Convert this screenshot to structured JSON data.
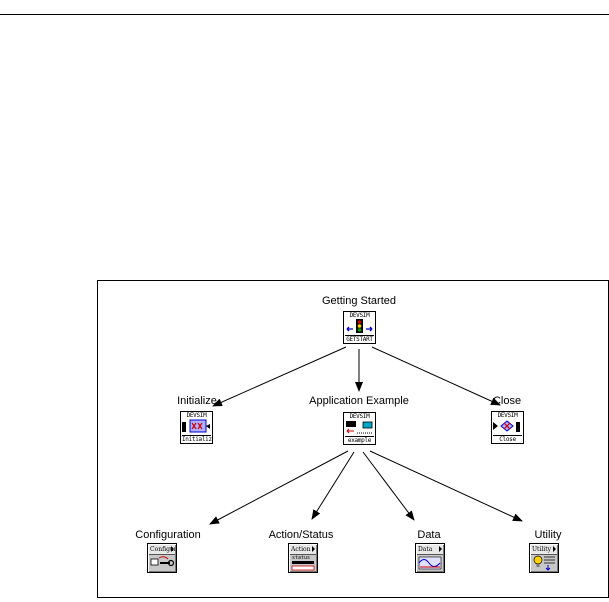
{
  "nodes": {
    "getting_started": {
      "label": "Getting Started",
      "tag_top": "DEVSIM",
      "tag_bottom": "GETSTART"
    },
    "initialize": {
      "label": "Initialize",
      "tag_top": "DEVSIM",
      "tag_bottom": "Initialize"
    },
    "application_example": {
      "label": "Application Example",
      "tag_top": "DEVSIM",
      "tag_bottom": "example"
    },
    "close": {
      "label": "Close",
      "tag_top": "DEVSIM",
      "tag_bottom": "Close"
    },
    "configuration": {
      "label": "Configuration",
      "palette_title": "Configure"
    },
    "action_status": {
      "label": "Action/Status",
      "palette_title": "Action",
      "palette_sub": "status"
    },
    "data": {
      "label": "Data",
      "palette_title": "Data"
    },
    "utility": {
      "label": "Utility",
      "palette_title": "Utility"
    }
  },
  "colors": {
    "accent_red": "#cc0000",
    "accent_blue": "#0000cc",
    "accent_green": "#00a000",
    "accent_yellow": "#ffd200",
    "accent_cyan": "#00a8c8",
    "palette_bg": "#c8c8c8"
  }
}
